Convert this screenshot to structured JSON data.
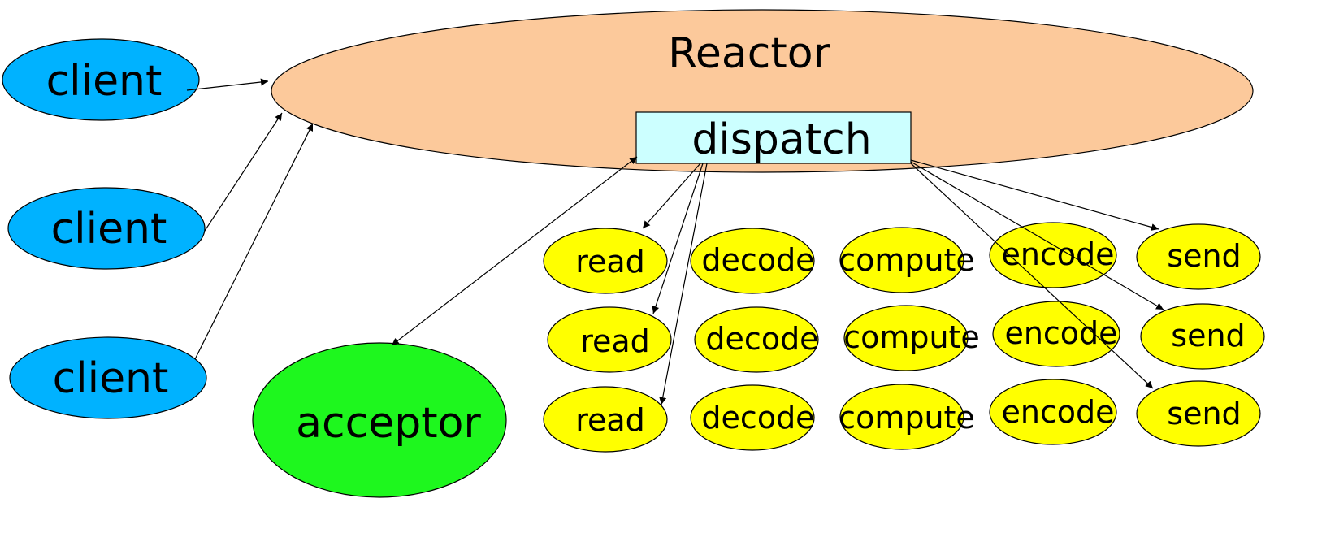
{
  "colors": {
    "reactor": "#fcc99b",
    "dispatch": "#ccffff",
    "client": "#00b2ff",
    "acceptor": "#1ef71e",
    "handler": "#ffff00",
    "line": "#000000"
  },
  "reactor": {
    "label": "Reactor"
  },
  "dispatch": {
    "label": "dispatch"
  },
  "acceptor": {
    "label": "acceptor"
  },
  "clients": [
    {
      "label": "client"
    },
    {
      "label": "client"
    },
    {
      "label": "client"
    }
  ],
  "pipelines": [
    {
      "read": "read",
      "decode": "decode",
      "compute": "compute",
      "encode": "encode",
      "send": "send"
    },
    {
      "read": "read",
      "decode": "decode",
      "compute": "compute",
      "encode": "encode",
      "send": "send"
    },
    {
      "read": "read",
      "decode": "decode",
      "compute": "compute",
      "encode": "encode",
      "send": "send"
    }
  ]
}
